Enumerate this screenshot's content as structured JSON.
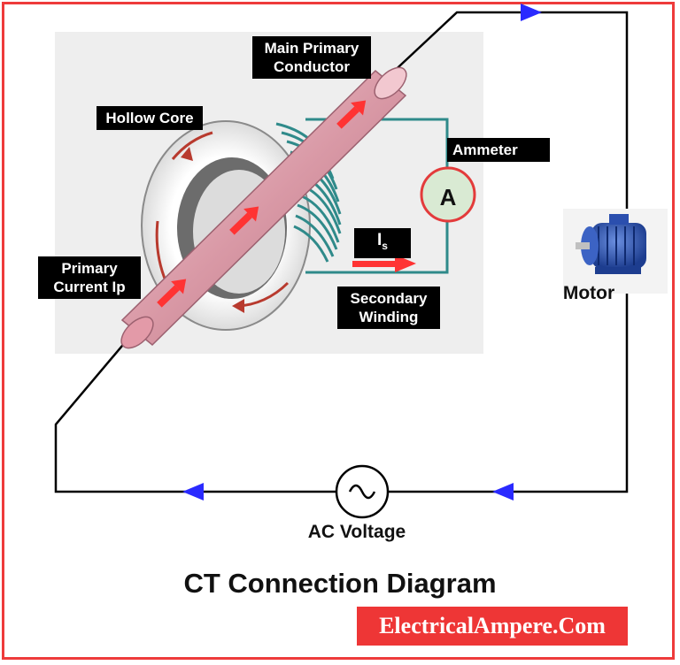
{
  "labels": {
    "main_primary_conductor": "Main Primary\nConductor",
    "hollow_core": "Hollow Core",
    "ammeter": "Ammeter",
    "ammeter_symbol": "A",
    "is_symbol": "I",
    "is_subscript": "s",
    "primary_current": "Primary\nCurrent Ip",
    "secondary_winding": "Secondary\nWinding",
    "motor": "Motor",
    "ac_voltage": "AC Voltage",
    "ac_symbol": "~"
  },
  "title": "CT Connection Diagram",
  "brand": "ElectricalAmpere.Com",
  "colors": {
    "frame": "#ee3b3b",
    "wire": "#000000",
    "flow_arrow": "#2a2aff",
    "current_arrow": "#ff3333",
    "winding": "#2f8a8a",
    "conductor": "#e8b2bc",
    "ammeter_fill": "#d9ead3",
    "brand_bg": "#ee3636"
  }
}
